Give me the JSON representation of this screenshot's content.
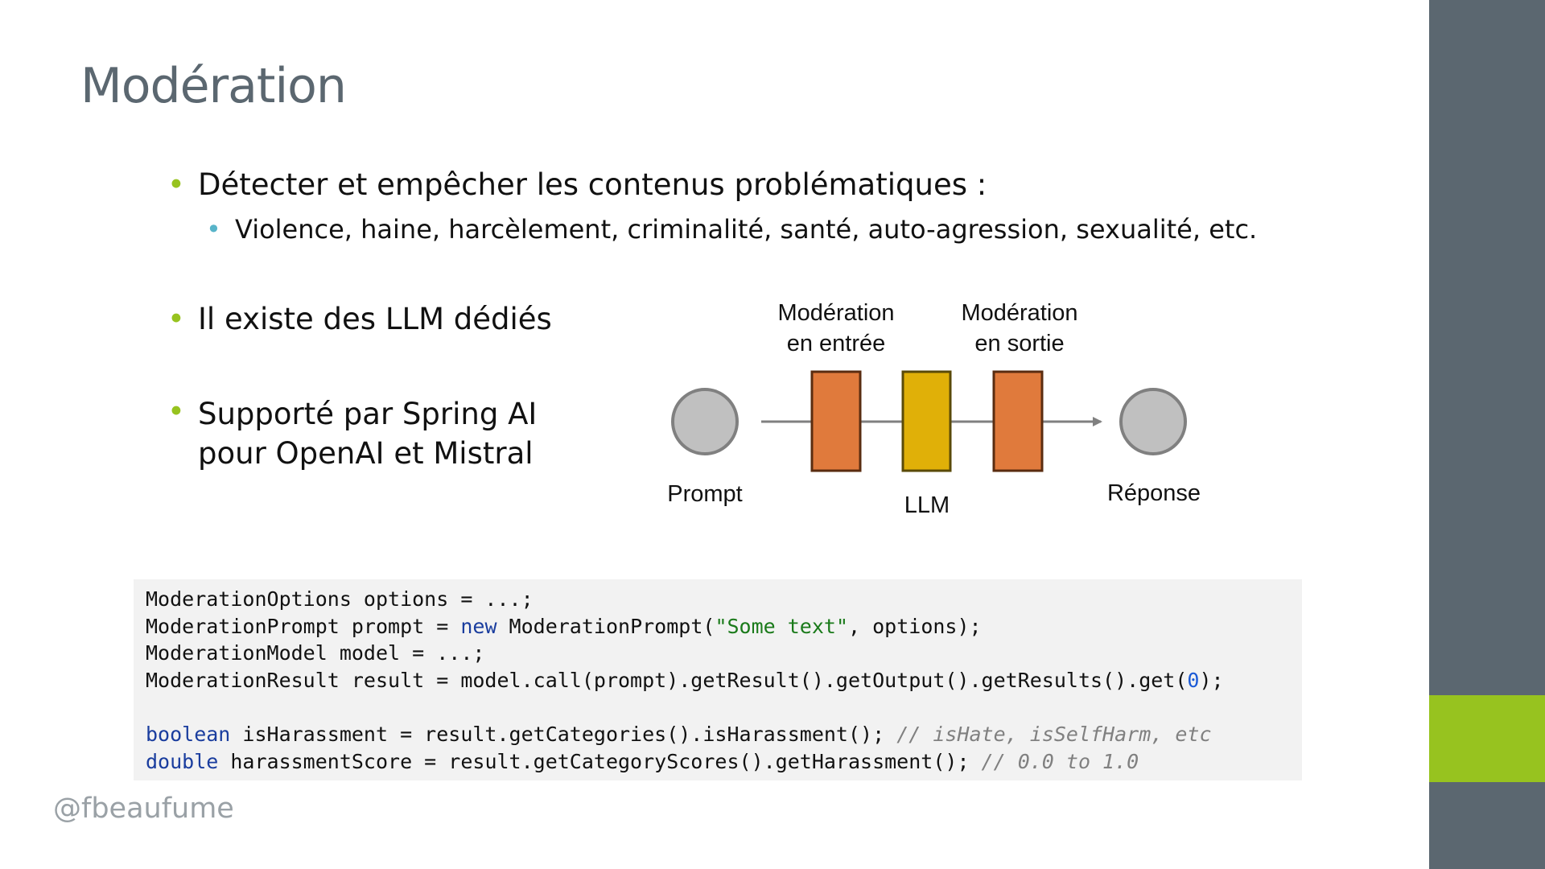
{
  "slide": {
    "title": "Modération",
    "handle": "@fbeaufume"
  },
  "bullets": {
    "marker": "•",
    "b1": "Détecter et empêcher les contenus problématiques :",
    "b1_sub": "Violence, haine, harcèlement, criminalité, santé, auto-agression, sexualité, etc.",
    "b2": "Il existe des LLM dédiés",
    "b3_line1": "Supporté par Spring AI",
    "b3_line2": "pour OpenAI et Mistral"
  },
  "diagram": {
    "input_mod_line1": "Modération",
    "input_mod_line2": "en entrée",
    "output_mod_line1": "Modération",
    "output_mod_line2": "en sortie",
    "prompt_label": "Prompt",
    "llm_label": "LLM",
    "response_label": "Réponse",
    "colors": {
      "moderation": "#e07a3c",
      "llm": "#e0b008",
      "node": "#c0c0c0",
      "line": "#808080"
    }
  },
  "code": {
    "l1": "ModerationOptions options = ...;",
    "l2_a": "ModerationPrompt prompt = ",
    "l2_kw": "new",
    "l2_b": " ModerationPrompt(",
    "l2_str": "\"Some text\"",
    "l2_c": ", options);",
    "l3": "ModerationModel model = ...;",
    "l4_a": "ModerationResult result = model.call(prompt).getResult().getOutput().getResults().get(",
    "l4_num": "0",
    "l4_b": ");",
    "l6_kw": "boolean",
    "l6_a": " isHarassment = result.getCategories().isHarassment(); ",
    "l6_cmt": "// isHate, isSelfHarm, etc",
    "l7_kw": "double",
    "l7_a": " harassmentScore = result.getCategoryScores().getHarassment(); ",
    "l7_cmt": "// 0.0 to 1.0"
  }
}
